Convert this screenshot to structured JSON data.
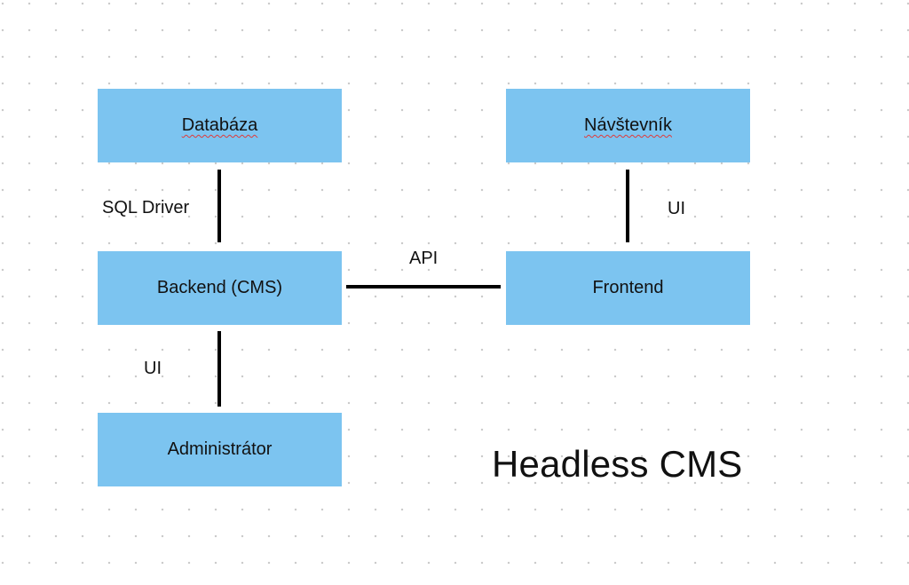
{
  "nodes": {
    "database": "Databáza",
    "visitor": "Návštevník",
    "backend": "Backend (CMS)",
    "frontend": "Frontend",
    "administrator": "Administrátor"
  },
  "edges": {
    "database_backend": "SQL Driver",
    "backend_frontend": "API",
    "visitor_frontend": "UI",
    "backend_administrator": "UI"
  },
  "title": "Headless CMS",
  "colors": {
    "node_fill": "#7cc4f0",
    "connector": "#000000",
    "spellcheck_underline": "#e03a3a",
    "grid_dot": "#c9c9c9"
  }
}
